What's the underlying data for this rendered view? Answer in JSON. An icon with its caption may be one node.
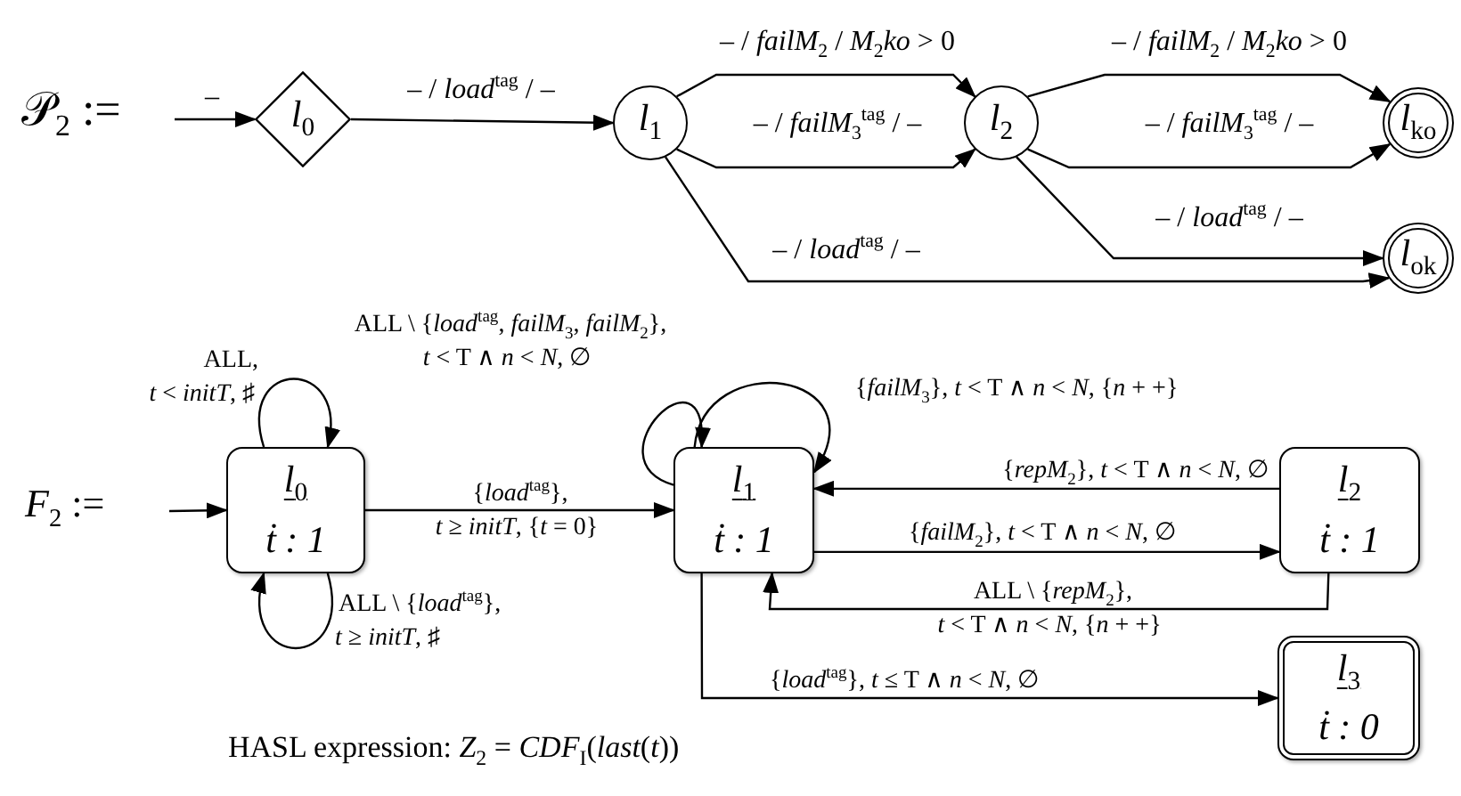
{
  "diagram": {
    "caption": "HASL expression: *Z*$_{2}$ = *CDF*$_{I}$(*last*(*t*))",
    "nodes": [
      {
        "text": [
          "*l*$_{0}$"
        ]
      },
      {
        "text": [
          "*l*$_{1}$"
        ]
      },
      {
        "text": [
          "*l*$_{2}$"
        ]
      },
      {
        "text": [
          "*l*$_{ko}$"
        ]
      },
      {
        "text": [
          "*l*$_{ok}$"
        ]
      },
      {
        "text": [
          "*l*$_{0}$",
          "ṫ : 1"
        ]
      },
      {
        "text": [
          "*l*$_{1}$",
          "ṫ : 1"
        ]
      },
      {
        "text": [
          "*l*$_{2}$",
          "ṫ : 1"
        ]
      },
      {
        "text": [
          "*l*$_{3}$",
          "ṫ : 0"
        ]
      }
    ],
    "edges": [
      {
        "from": null,
        "to": 0,
        "arrow": "to",
        "label": "–"
      },
      {
        "from": 0,
        "to": 1,
        "arrow": "to",
        "label": "– / *load*$^{tag}$ / –"
      },
      {
        "from": 1,
        "to": 2,
        "arrow": "to",
        "label": "– / *failM*$_{2}$ / *M*$_{2}$*ko* > 0"
      },
      {
        "from": 1,
        "to": 2,
        "arrow": "to",
        "label": "– / *failM*$_{3}$$^{tag}$ / –"
      },
      {
        "from": 1,
        "to": 4,
        "arrow": "to",
        "label": "– / *load*$^{tag}$ / –"
      },
      {
        "from": 2,
        "to": 3,
        "arrow": "to",
        "label": "– / *failM*$_{2}$ / *M*$_{2}$*ko* > 0"
      },
      {
        "from": 2,
        "to": 3,
        "arrow": "to",
        "label": "– / *failM*$_{3}$$^{tag}$ / –"
      },
      {
        "from": 2,
        "to": 4,
        "arrow": "to",
        "label": "– / *load*$^{tag}$ / –"
      },
      {
        "from": null,
        "to": 5,
        "arrow": "to"
      },
      {
        "from": 5,
        "to": 5,
        "arrow": "to",
        "label": "ALL, *t* < *initT*, ♯"
      },
      {
        "from": 5,
        "to": 5,
        "arrow": "to",
        "label": "ALL \\ {*load*$^{tag}$}, *t* ≥ *initT*, ♯"
      },
      {
        "from": 5,
        "to": 6,
        "arrow": "to",
        "label": "{*load*$^{tag}$}, *t* ≥ *initT*, {*t* = 0}"
      },
      {
        "from": 6,
        "to": 6,
        "arrow": "to",
        "label": "ALL \\ {*load*$^{tag}$, *failM*$_{3}$, *failM*$_{2}$}, *t* < T ∧ *n* < *N*, ∅"
      },
      {
        "from": 6,
        "to": 6,
        "arrow": "to",
        "label": "{*failM*$_{3}$}, *t* < T ∧ *n* < *N*, {*n* + +}"
      },
      {
        "from": 7,
        "to": 6,
        "arrow": "to",
        "label": "{*repM*$_{2}$}, *t* < T ∧ *n* < *N*, ∅"
      },
      {
        "from": 6,
        "to": 7,
        "arrow": "to",
        "label": "{*failM*$_{2}$}, *t* < T ∧ *n* < *N*, ∅"
      },
      {
        "from": 7,
        "to": 6,
        "arrow": "to",
        "label": "ALL \\ {*repM*$_{2}$}, *t* < T ∧ *n* < *N*, {*n* + +}"
      },
      {
        "from": 6,
        "to": 8,
        "arrow": "to",
        "label": "{*load*$^{tag}$}, *t* ≤ T ∧ *n* < *N*, ∅"
      }
    ],
    "labels": [
      "𝒫$_{2}$ :=",
      "*F*$_{2}$ :="
    ]
  }
}
